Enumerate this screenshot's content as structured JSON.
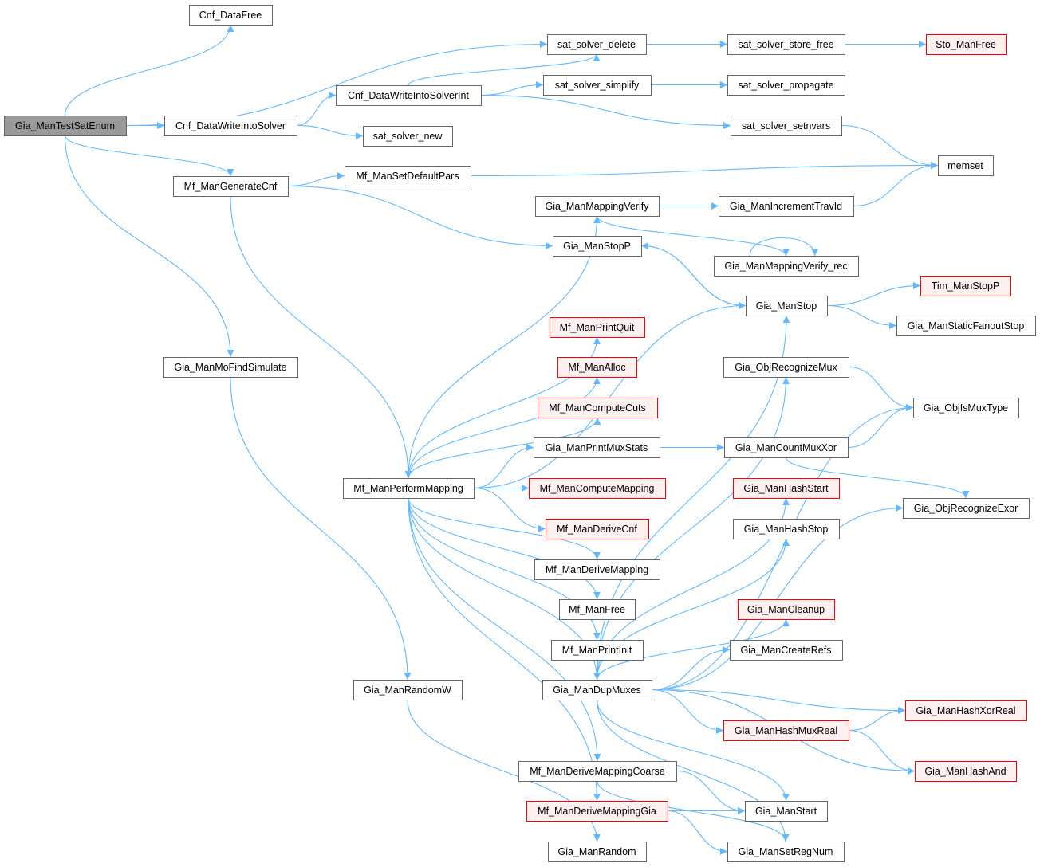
{
  "colors": {
    "edge": "#63b8ff",
    "node_border": "#666666",
    "node_fill": "#ffffff",
    "root_fill": "#999999",
    "red_border": "#ff0000",
    "red_fill": "#fff0f0"
  },
  "nodes": [
    {
      "id": "n1",
      "label": "Gia_ManTestSatEnum",
      "style": "root"
    },
    {
      "id": "n2",
      "label": "Cnf_DataFree",
      "style": "normal"
    },
    {
      "id": "n3",
      "label": "Cnf_DataWriteIntoSolver",
      "style": "normal"
    },
    {
      "id": "n4",
      "label": "Mf_ManGenerateCnf",
      "style": "normal"
    },
    {
      "id": "n5",
      "label": "Gia_ManMoFindSimulate",
      "style": "normal"
    },
    {
      "id": "n6",
      "label": "Cnf_DataWriteIntoSolverInt",
      "style": "normal"
    },
    {
      "id": "n7",
      "label": "sat_solver_new",
      "style": "normal"
    },
    {
      "id": "n8",
      "label": "Mf_ManSetDefaultPars",
      "style": "normal"
    },
    {
      "id": "n9",
      "label": "Mf_ManPerformMapping",
      "style": "normal"
    },
    {
      "id": "n10",
      "label": "Gia_ManRandomW",
      "style": "normal"
    },
    {
      "id": "n11",
      "label": "sat_solver_delete",
      "style": "normal"
    },
    {
      "id": "n12",
      "label": "sat_solver_simplify",
      "style": "normal"
    },
    {
      "id": "n13",
      "label": "Gia_ManMappingVerify",
      "style": "normal"
    },
    {
      "id": "n14",
      "label": "Gia_ManStopP",
      "style": "normal"
    },
    {
      "id": "n15",
      "label": "Mf_ManPrintQuit",
      "style": "red"
    },
    {
      "id": "n16",
      "label": "Mf_ManAlloc",
      "style": "red"
    },
    {
      "id": "n17",
      "label": "Mf_ManComputeCuts",
      "style": "red"
    },
    {
      "id": "n18",
      "label": "Gia_ManPrintMuxStats",
      "style": "normal"
    },
    {
      "id": "n19",
      "label": "Mf_ManComputeMapping",
      "style": "red"
    },
    {
      "id": "n20",
      "label": "Mf_ManDeriveCnf",
      "style": "red"
    },
    {
      "id": "n21",
      "label": "Mf_ManDeriveMapping",
      "style": "normal"
    },
    {
      "id": "n22",
      "label": "Mf_ManFree",
      "style": "normal"
    },
    {
      "id": "n23",
      "label": "Mf_ManPrintInit",
      "style": "normal"
    },
    {
      "id": "n24",
      "label": "Gia_ManDupMuxes",
      "style": "normal"
    },
    {
      "id": "n25",
      "label": "Mf_ManDeriveMappingCoarse",
      "style": "normal"
    },
    {
      "id": "n26",
      "label": "Mf_ManDeriveMappingGia",
      "style": "red"
    },
    {
      "id": "n27",
      "label": "Gia_ManRandom",
      "style": "normal"
    },
    {
      "id": "n28",
      "label": "sat_solver_store_free",
      "style": "normal"
    },
    {
      "id": "n29",
      "label": "sat_solver_propagate",
      "style": "normal"
    },
    {
      "id": "n30",
      "label": "sat_solver_setnvars",
      "style": "normal"
    },
    {
      "id": "n31",
      "label": "Gia_ManIncrementTravId",
      "style": "normal"
    },
    {
      "id": "n32",
      "label": "Gia_ManMappingVerify_rec",
      "style": "normal"
    },
    {
      "id": "n33",
      "label": "Gia_ManStop",
      "style": "normal"
    },
    {
      "id": "n34",
      "label": "Gia_ObjRecognizeMux",
      "style": "normal"
    },
    {
      "id": "n35",
      "label": "Gia_ManCountMuxXor",
      "style": "normal"
    },
    {
      "id": "n36",
      "label": "Gia_ManHashStart",
      "style": "red"
    },
    {
      "id": "n37",
      "label": "Gia_ManHashStop",
      "style": "normal"
    },
    {
      "id": "n38",
      "label": "Gia_ManCleanup",
      "style": "red"
    },
    {
      "id": "n39",
      "label": "Gia_ManCreateRefs",
      "style": "normal"
    },
    {
      "id": "n40",
      "label": "Gia_ManHashMuxReal",
      "style": "red"
    },
    {
      "id": "n41",
      "label": "Gia_ManStart",
      "style": "normal"
    },
    {
      "id": "n42",
      "label": "Gia_ManSetRegNum",
      "style": "normal"
    },
    {
      "id": "n43",
      "label": "Sto_ManFree",
      "style": "red"
    },
    {
      "id": "n44",
      "label": "memset",
      "style": "normal"
    },
    {
      "id": "n45",
      "label": "Tim_ManStopP",
      "style": "red"
    },
    {
      "id": "n46",
      "label": "Gia_ManStaticFanoutStop",
      "style": "normal"
    },
    {
      "id": "n47",
      "label": "Gia_ObjIsMuxType",
      "style": "normal"
    },
    {
      "id": "n48",
      "label": "Gia_ObjRecognizeExor",
      "style": "normal"
    },
    {
      "id": "n49",
      "label": "Gia_ManHashXorReal",
      "style": "red"
    },
    {
      "id": "n50",
      "label": "Gia_ManHashAnd",
      "style": "red"
    }
  ],
  "edges": [
    [
      "n1",
      "n2"
    ],
    [
      "n1",
      "n11"
    ],
    [
      "n1",
      "n3"
    ],
    [
      "n1",
      "n4"
    ],
    [
      "n1",
      "n5"
    ],
    [
      "n3",
      "n6"
    ],
    [
      "n3",
      "n7"
    ],
    [
      "n6",
      "n11"
    ],
    [
      "n6",
      "n12"
    ],
    [
      "n6",
      "n30"
    ],
    [
      "n4",
      "n8"
    ],
    [
      "n4",
      "n14"
    ],
    [
      "n4",
      "n9"
    ],
    [
      "n8",
      "n44"
    ],
    [
      "n5",
      "n10"
    ],
    [
      "n10",
      "n27"
    ],
    [
      "n11",
      "n28"
    ],
    [
      "n28",
      "n43"
    ],
    [
      "n12",
      "n29"
    ],
    [
      "n30",
      "n44"
    ],
    [
      "n13",
      "n31"
    ],
    [
      "n13",
      "n32"
    ],
    [
      "n31",
      "n44"
    ],
    [
      "n32",
      "n32"
    ],
    [
      "n14",
      "n33"
    ],
    [
      "n33",
      "n14"
    ],
    [
      "n33",
      "n45"
    ],
    [
      "n33",
      "n46"
    ],
    [
      "n9",
      "n13"
    ],
    [
      "n9",
      "n33"
    ],
    [
      "n9",
      "n15"
    ],
    [
      "n9",
      "n16"
    ],
    [
      "n9",
      "n17"
    ],
    [
      "n9",
      "n18"
    ],
    [
      "n9",
      "n19"
    ],
    [
      "n9",
      "n20"
    ],
    [
      "n9",
      "n21"
    ],
    [
      "n9",
      "n22"
    ],
    [
      "n9",
      "n23"
    ],
    [
      "n9",
      "n24"
    ],
    [
      "n9",
      "n25"
    ],
    [
      "n9",
      "n26"
    ],
    [
      "n18",
      "n35"
    ],
    [
      "n34",
      "n47"
    ],
    [
      "n35",
      "n47"
    ],
    [
      "n35",
      "n48"
    ],
    [
      "n24",
      "n33"
    ],
    [
      "n24",
      "n34"
    ],
    [
      "n24",
      "n47"
    ],
    [
      "n24",
      "n36"
    ],
    [
      "n24",
      "n37"
    ],
    [
      "n24",
      "n48"
    ],
    [
      "n24",
      "n38"
    ],
    [
      "n24",
      "n39"
    ],
    [
      "n24",
      "n49"
    ],
    [
      "n24",
      "n40"
    ],
    [
      "n24",
      "n50"
    ],
    [
      "n24",
      "n41"
    ],
    [
      "n24",
      "n42"
    ],
    [
      "n40",
      "n49"
    ],
    [
      "n40",
      "n50"
    ],
    [
      "n25",
      "n41"
    ],
    [
      "n25",
      "n42"
    ],
    [
      "n26",
      "n41"
    ],
    [
      "n26",
      "n42"
    ]
  ]
}
